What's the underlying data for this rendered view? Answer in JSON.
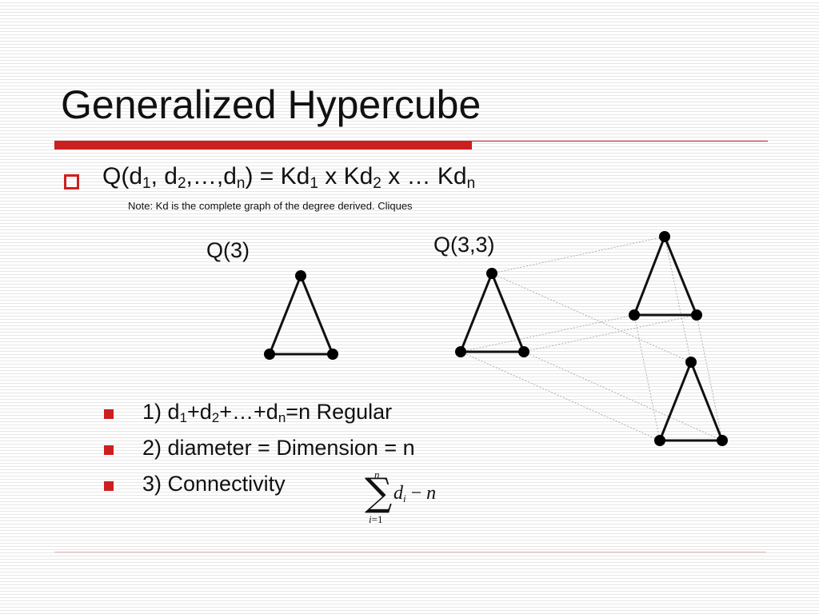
{
  "slide": {
    "title": "Generalized Hypercube",
    "formula": {
      "q_open": "Q(d",
      "sub1": "1",
      "sep1": ", d",
      "sub2": "2",
      "sep2": ",…,d",
      "subn": "n",
      "eq": ") = Kd",
      "rsub1": "1",
      "x1": " x Kd",
      "rsub2": "2",
      "x2": " x … Kd",
      "rsubn": "n"
    },
    "note": "Note: Kd is the complete graph of the degree derived.  Cliques",
    "graph_labels": {
      "q3": "Q(3)",
      "q33": "Q(3,3)"
    },
    "properties": [
      {
        "prefix": "1) d",
        "s1": "1",
        "mid1": "+d",
        "s2": "2",
        "mid2": "+…+d",
        "sn": "n",
        "suffix": "=n Regular"
      },
      {
        "text": "2) diameter = Dimension = n"
      },
      {
        "text": "3) Connectivity"
      }
    ],
    "connectivity_formula": {
      "upper": "n",
      "lower_var": "i",
      "lower_eq": "=1",
      "var": "d",
      "var_sub": "i",
      "minus": " − ",
      "rhs": "n"
    },
    "colors": {
      "accent": "#cc1f1f",
      "text": "#111111",
      "dotted_edge": "#b0b0b0"
    }
  }
}
